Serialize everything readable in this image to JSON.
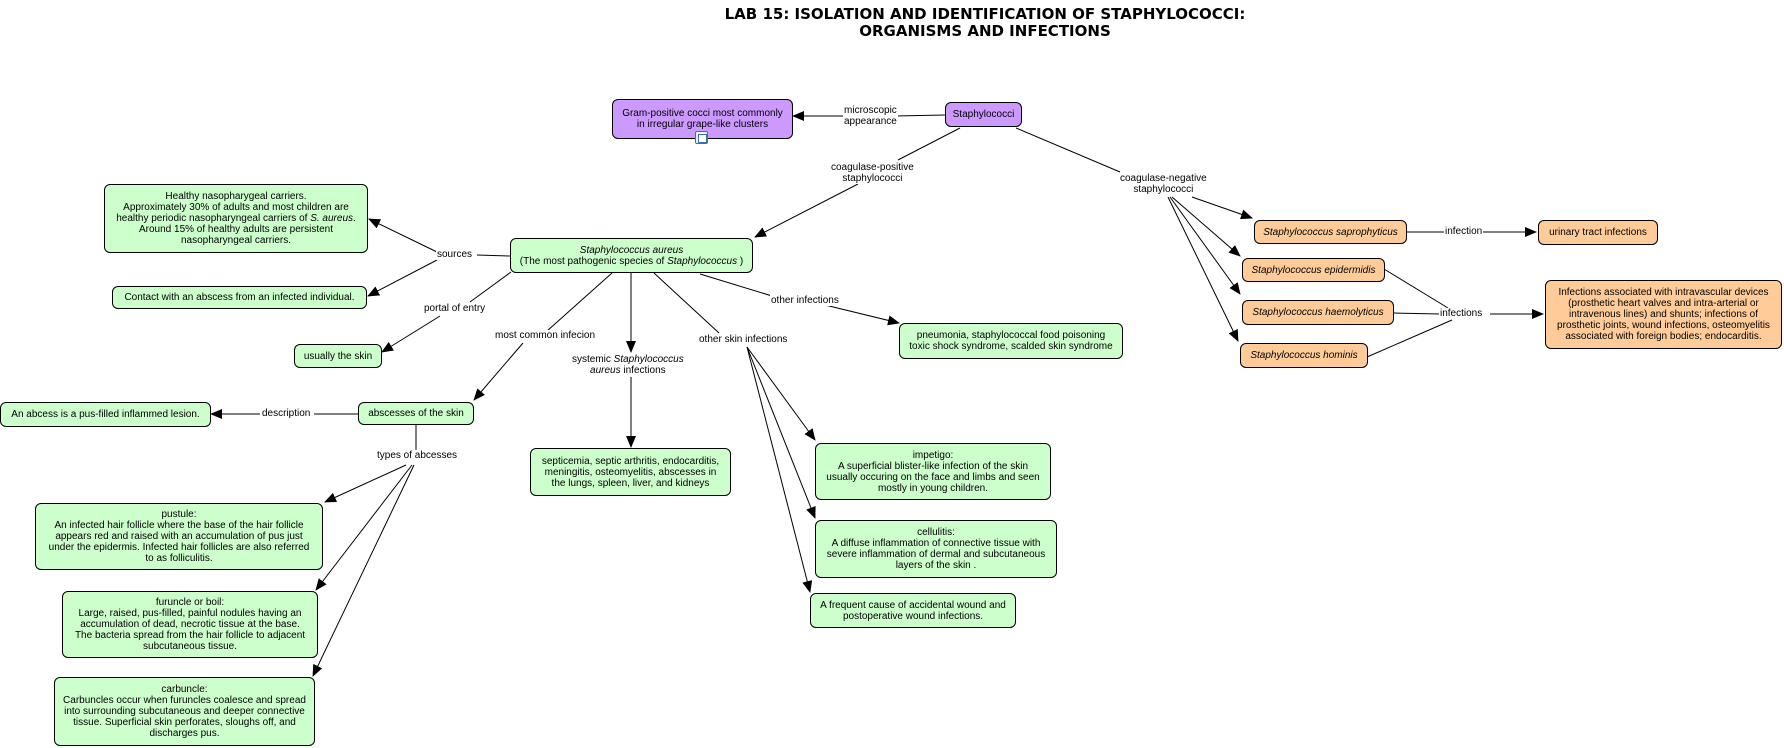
{
  "title": {
    "line1": "LAB 15: ISOLATION AND IDENTIFICATION OF STAPHYLOCOCCI:",
    "line2": "ORGANISMS AND INFECTIONS"
  },
  "nodes": {
    "staphylococci": "Staphylococci",
    "gram_positive": {
      "l1": "Gram-positive cocci most commonly",
      "l2": "in irregular grape-like clusters"
    },
    "saureus": {
      "name": "Staphylococcus aureus",
      "pre": "(The most pathogenic species of ",
      "genus": "Staphylococcus",
      "post": " )"
    },
    "carriers": {
      "l1": "Healthy nasopharygeal carriers.",
      "l2": "Approximately 30% of adults and most children are",
      "l3a": "healthy periodic nasopharyngeal carriers of ",
      "l3b": "S. aureus",
      "l3c": ".",
      "l4": "Around 15% of healthy adults are persistent",
      "l5": "nasopharyngeal carriers."
    },
    "contact": "Contact with an abscess from an infected individual.",
    "usually_skin": "usually the skin",
    "abscesses": "abscesses of the skin",
    "abscess_def": "An abcess is a pus-filled inflammed lesion.",
    "pustule": {
      "l1": "pustule:",
      "l2": "An infected hair follicle where the base of the hair follicle",
      "l3": "appears red and raised with an accumulation of pus just",
      "l4": "under the epidermis. Infected hair follicles are also referred",
      "l5": "to as folliculitis."
    },
    "furuncle": {
      "l1": "furuncle or boil:",
      "l2": "Large, raised, pus-filled, painful nodules having an",
      "l3": "accumulation of dead, necrotic tissue at the base.",
      "l4": "The bacteria spread from the hair follicle to adjacent",
      "l5": "subcutaneous tissue."
    },
    "carbuncle": {
      "l1": "carbuncle:",
      "l2": "Carbuncles occur when furuncles coalesce and spread",
      "l3": "into surrounding subcutaneous and deeper connective",
      "l4": "tissue. Superficial skin perforates, sloughs off, and",
      "l5": "discharges pus."
    },
    "systemic": {
      "l1": "septicemia, septic arthritis, endocarditis,",
      "l2": "meningitis, osteomyelitis, abscesses in",
      "l3": "the lungs, spleen, liver, and kidneys"
    },
    "other_inf": {
      "l1": "pneumonia, staphylococcal food poisoning",
      "l2": "toxic shock syndrome, scalded skin syndrome"
    },
    "impetigo": {
      "l1": "impetigo:",
      "l2": "A superficial blister-like infection of the skin",
      "l3": "usually occuring on the face and limbs and seen",
      "l4": "mostly in young children."
    },
    "cellulitis": {
      "l1": "cellulitis:",
      "l2": "A diffuse inflammation of connective tissue with",
      "l3": "severe inflammation of dermal and subcutaneous",
      "l4": "layers of the skin ."
    },
    "wound": {
      "l1": "A frequent cause of accidental wound and",
      "l2": "postoperative wound infections."
    },
    "saprophyticus": "Staphylococcus saprophyticus",
    "epidermidis": "Staphylococcus epidermidis",
    "haemolyticus": "Staphylococcus haemolyticus",
    "hominis": "Staphylococcus hominis",
    "uti": "urinary tract infections",
    "devices": {
      "l1": "Infections associated with intravascular devices",
      "l2": "(prosthetic heart valves and intra-arterial or",
      "l3": "intravenous lines) and shunts; infections of",
      "l4": "prosthetic joints, wound infections, osteomyelitis",
      "l5": "associated with foreign bodies; endocarditis."
    }
  },
  "links": {
    "microscopic": {
      "l1": "microscopic",
      "l2": "appearance"
    },
    "coag_pos": {
      "l1": "coagulase-positive",
      "l2": "staphylococci"
    },
    "coag_neg": {
      "l1": "coagulase-negative",
      "l2": "staphylococci"
    },
    "sources": "sources",
    "portal": "portal of entry",
    "most_common": "most common infecion",
    "systemic": {
      "pre": "systemic ",
      "it1": "Staphylococcus",
      "it2": "aureus",
      "post": "  infections"
    },
    "other_skin": "other skin infections",
    "other_inf": "other infections",
    "description": "description",
    "types": "types of abcesses",
    "infection": "infection",
    "infections": "infections"
  },
  "colors": {
    "green": "#ccffcc",
    "purple": "#cc99ff",
    "orange": "#ffcc99",
    "edge": "#000000"
  },
  "icons": [
    "attached-document-icon"
  ]
}
